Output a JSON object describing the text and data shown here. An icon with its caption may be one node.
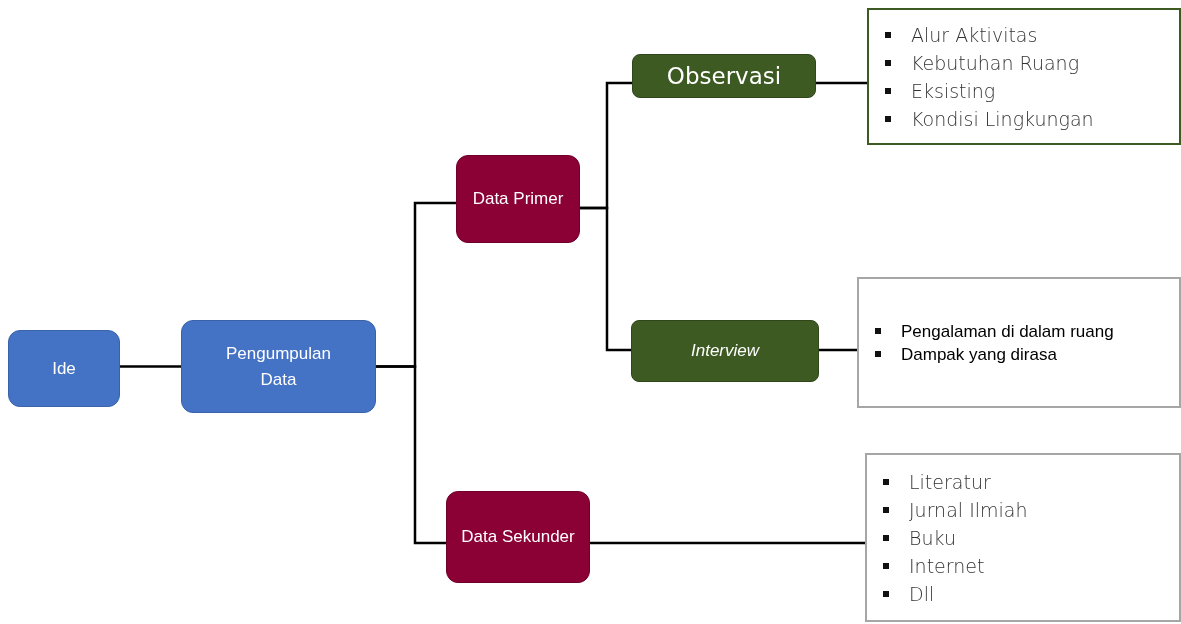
{
  "diagram": {
    "nodes": [
      {
        "text": [
          "Ide"
        ]
      },
      {
        "text": [
          "Pengumpulan Data"
        ]
      },
      {
        "text": [
          "Data Primer"
        ]
      },
      {
        "text": [
          "Data Sekunder"
        ]
      },
      {
        "text": [
          "Observasi"
        ]
      },
      {
        "text": [
          "Interview"
        ]
      },
      {
        "text": [
          "Alur Aktivitas",
          "Kebutuhan Ruang",
          "Eksisting",
          "Kondisi Lingkungan"
        ]
      },
      {
        "text": [
          "Pengalaman di dalam ruang",
          "Dampak yang dirasa"
        ]
      },
      {
        "text": [
          "Literatur",
          "Jurnal Ilmiah",
          "Buku",
          "Internet",
          "Dll"
        ]
      }
    ],
    "edges": [
      {
        "from": 0,
        "to": 1,
        "arrow": "none"
      },
      {
        "from": 1,
        "to": 2,
        "arrow": "none"
      },
      {
        "from": 1,
        "to": 3,
        "arrow": "none"
      },
      {
        "from": 2,
        "to": 4,
        "arrow": "none"
      },
      {
        "from": 2,
        "to": 5,
        "arrow": "none"
      },
      {
        "from": 4,
        "to": 6,
        "arrow": "none"
      },
      {
        "from": 5,
        "to": 7,
        "arrow": "none"
      },
      {
        "from": 3,
        "to": 8,
        "arrow": "none"
      }
    ]
  }
}
